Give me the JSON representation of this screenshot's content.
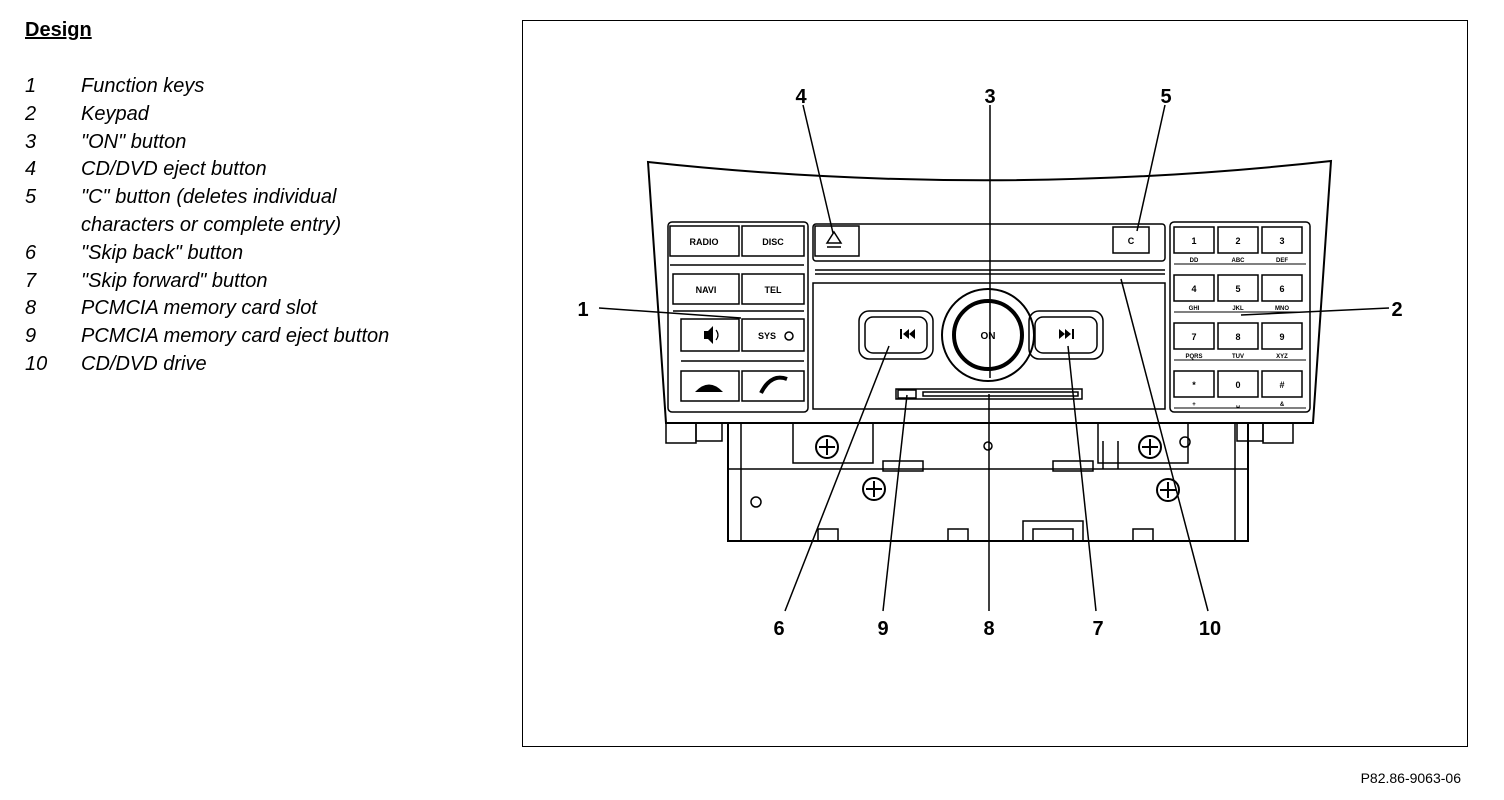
{
  "title": "Design",
  "legend": [
    {
      "num": "1",
      "text": "Function keys"
    },
    {
      "num": "2",
      "text": "Keypad"
    },
    {
      "num": "3",
      "text": "\"ON\" button"
    },
    {
      "num": "4",
      "text": "CD/DVD eject button"
    },
    {
      "num": "5",
      "text": "\"C\" button (deletes individual characters or complete entry)"
    },
    {
      "num": "6",
      "text": "\"Skip back\" button"
    },
    {
      "num": "7",
      "text": "\"Skip forward\" button"
    },
    {
      "num": "8",
      "text": "PCMCIA memory card slot"
    },
    {
      "num": "9",
      "text": "PCMCIA memory card eject button"
    },
    {
      "num": "10",
      "text": "CD/DVD drive"
    }
  ],
  "diagram": {
    "callouts": {
      "c1": "1",
      "c2": "2",
      "c3": "3",
      "c4": "4",
      "c5": "5",
      "c6": "6",
      "c7": "7",
      "c8": "8",
      "c9": "9",
      "c10": "10"
    },
    "function_keys": {
      "radio": "RADIO",
      "disc": "DISC",
      "navi": "NAVI",
      "tel": "TEL",
      "sys": "SYS"
    },
    "c_button": "C",
    "on_button": "ON",
    "keypad": [
      {
        "digit": "1",
        "sub": "DD"
      },
      {
        "digit": "2",
        "sub": "ABC"
      },
      {
        "digit": "3",
        "sub": "DEF"
      },
      {
        "digit": "4",
        "sub": "GHI"
      },
      {
        "digit": "5",
        "sub": "JKL"
      },
      {
        "digit": "6",
        "sub": "MNO"
      },
      {
        "digit": "7",
        "sub": "PQRS"
      },
      {
        "digit": "8",
        "sub": "TUV"
      },
      {
        "digit": "9",
        "sub": "XYZ"
      },
      {
        "digit": "*",
        "sub": "+"
      },
      {
        "digit": "0",
        "sub": "␣"
      },
      {
        "digit": "#",
        "sub": "&"
      }
    ]
  },
  "reference": "P82.86-9063-06"
}
